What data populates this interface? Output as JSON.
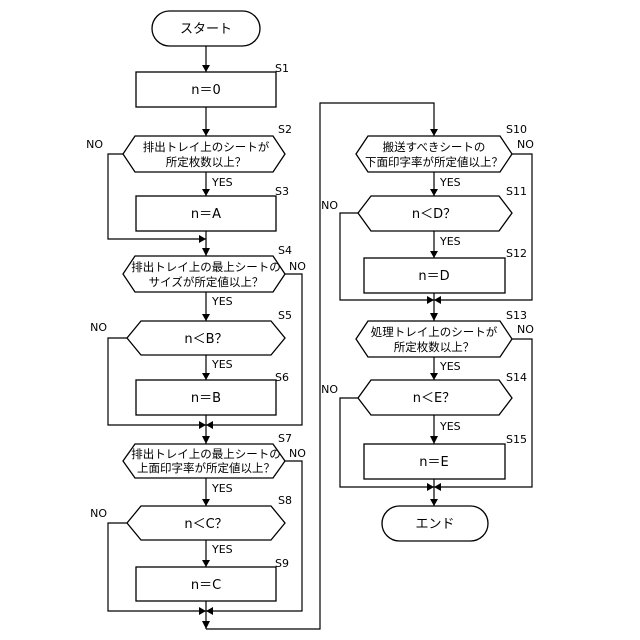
{
  "terminals": {
    "start": "スタート",
    "end": "エンド"
  },
  "labels": {
    "yes": "YES",
    "no": "NO"
  },
  "steps": {
    "s1": {
      "id": "S1",
      "text": "n＝0"
    },
    "s2": {
      "id": "S2",
      "line1": "排出トレイ上のシートが",
      "line2": "所定枚数以上？"
    },
    "s3": {
      "id": "S3",
      "text": "n＝A"
    },
    "s4": {
      "id": "S4",
      "line1": "排出トレイ上の最上シートの",
      "line2": "サイズが所定値以上？"
    },
    "s5": {
      "id": "S5",
      "text": "n＜B？"
    },
    "s6": {
      "id": "S6",
      "text": "n＝B"
    },
    "s7": {
      "id": "S7",
      "line1": "排出トレイ上の最上シートの",
      "line2": "上面印字率が所定値以上？"
    },
    "s8": {
      "id": "S8",
      "text": "n＜C？"
    },
    "s9": {
      "id": "S9",
      "text": "n＝C"
    },
    "s10": {
      "id": "S10",
      "line1": "搬送すべきシートの",
      "line2": "下面印字率が所定値以上？"
    },
    "s11": {
      "id": "S11",
      "text": "n＜D？"
    },
    "s12": {
      "id": "S12",
      "text": "n＝D"
    },
    "s13": {
      "id": "S13",
      "line1": "処理トレイ上のシートが",
      "line2": "所定枚数以上？"
    },
    "s14": {
      "id": "S14",
      "text": "n＜E？"
    },
    "s15": {
      "id": "S15",
      "text": "n＝E"
    }
  }
}
